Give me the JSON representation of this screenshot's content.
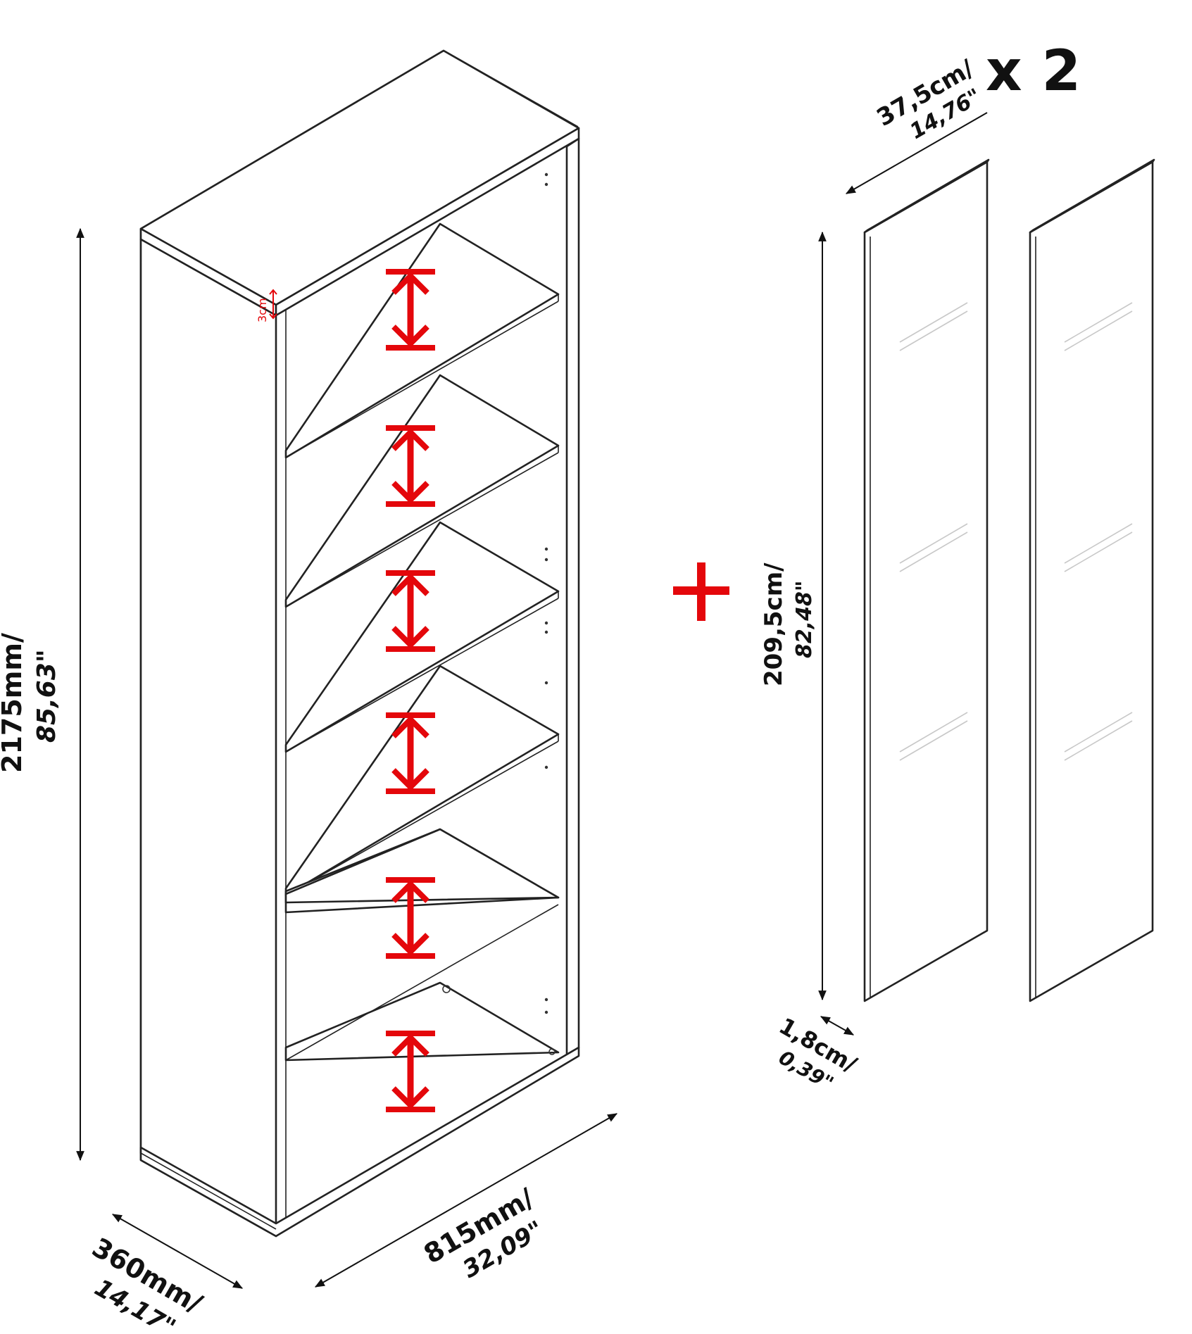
{
  "labels": {
    "height_mm": "2175mm/",
    "height_in": "85,63\"",
    "depth_mm": "360mm/",
    "depth_in": "14,17\"",
    "width_mm": "815mm/",
    "width_in": "32,09\"",
    "shelf_gap": "3cm",
    "door_width_cm": "37,5cm/",
    "door_width_in": "14,76\"",
    "door_height_cm": "209,5cm/",
    "door_height_in": "82,48\"",
    "door_thickness_cm": "1,8cm/",
    "door_thickness_in": "0,39\"",
    "door_count": "x 2"
  },
  "plus_symbol": "+",
  "colors": {
    "line": "#222222",
    "accent_red": "#e4070b",
    "background": "#ffffff"
  },
  "icons": {
    "shelf_adjust": "double-headed-vertical-arrow-icon",
    "plus": "plus-icon"
  }
}
